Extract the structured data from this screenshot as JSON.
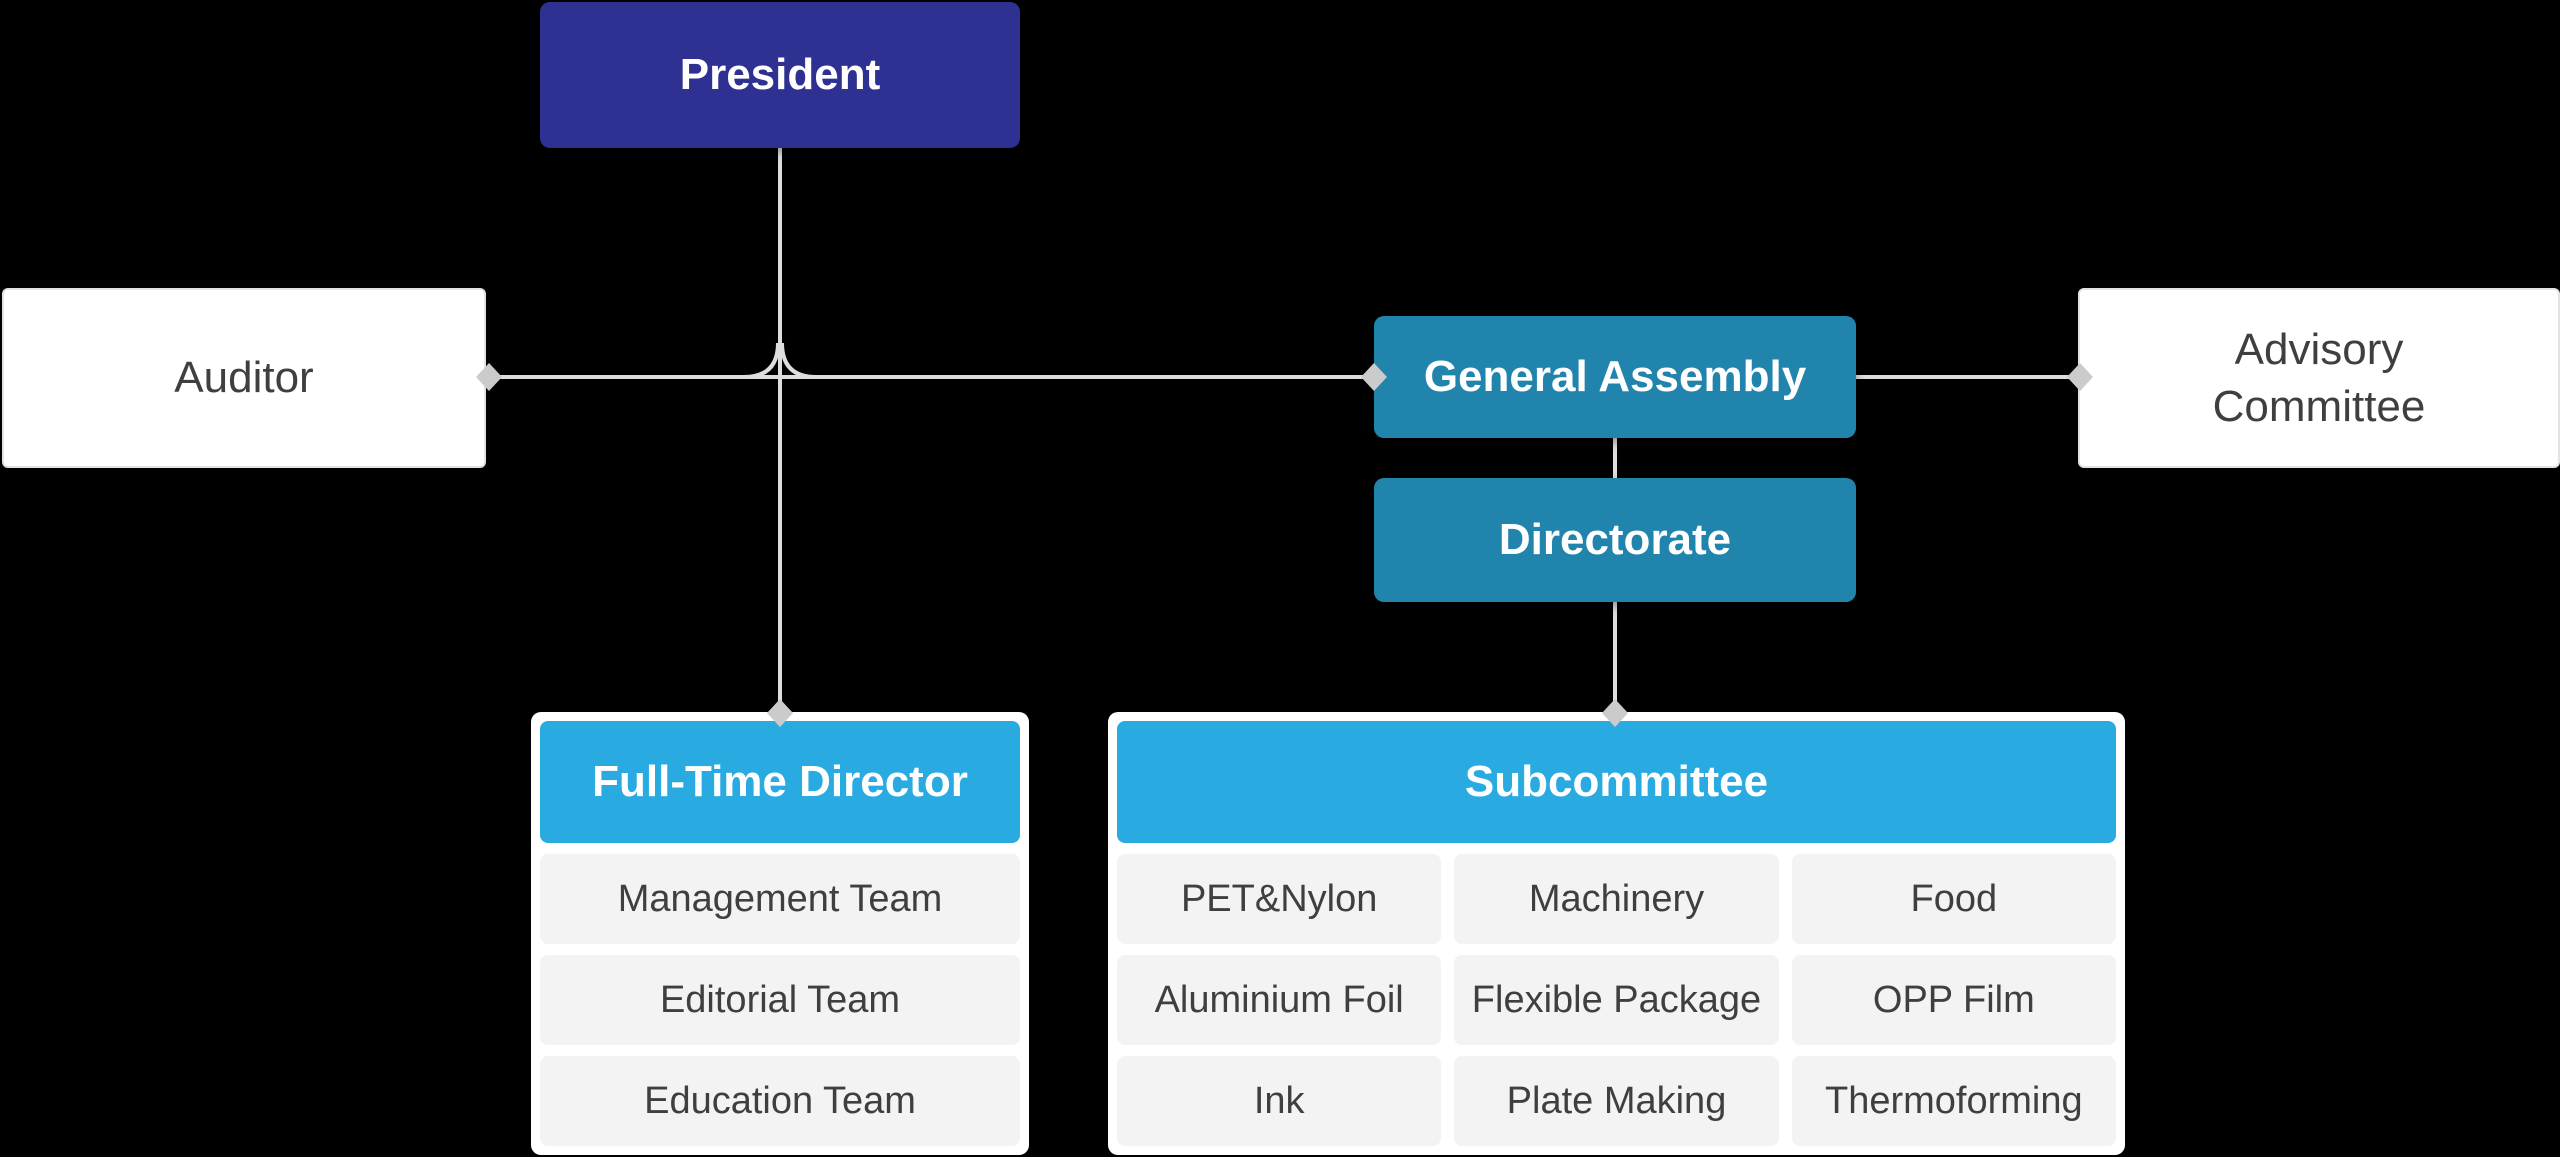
{
  "colors": {
    "background": "#000000",
    "president_bg": "#2e3192",
    "assembly_bg": "#2184ac",
    "header_bg": "#29abe2",
    "panel_bg": "#ffffff",
    "row_bg": "#f3f3f3",
    "box_text_light": "#ffffff",
    "text_dark": "#3f3f3f",
    "white_box_border": "#e3e3e3",
    "line": "#dedede",
    "diamond": "#cbcbcb"
  },
  "nodes": {
    "president": {
      "label": "President"
    },
    "auditor": {
      "label": "Auditor"
    },
    "general_assembly": {
      "label": "General Assembly"
    },
    "advisory_committee": {
      "label": "Advisory Committee"
    },
    "directorate": {
      "label": "Directorate"
    },
    "full_time_director": {
      "header": "Full-Time Director",
      "items": [
        "Management Team",
        "Editorial Team",
        "Education Team"
      ]
    },
    "subcommittee": {
      "header": "Subcommittee",
      "items": [
        "PET&Nylon",
        "Machinery",
        "Food",
        "Aluminium Foil",
        "Flexible Package",
        "OPP Film",
        "Ink",
        "Plate Making",
        "Thermoforming"
      ]
    }
  }
}
